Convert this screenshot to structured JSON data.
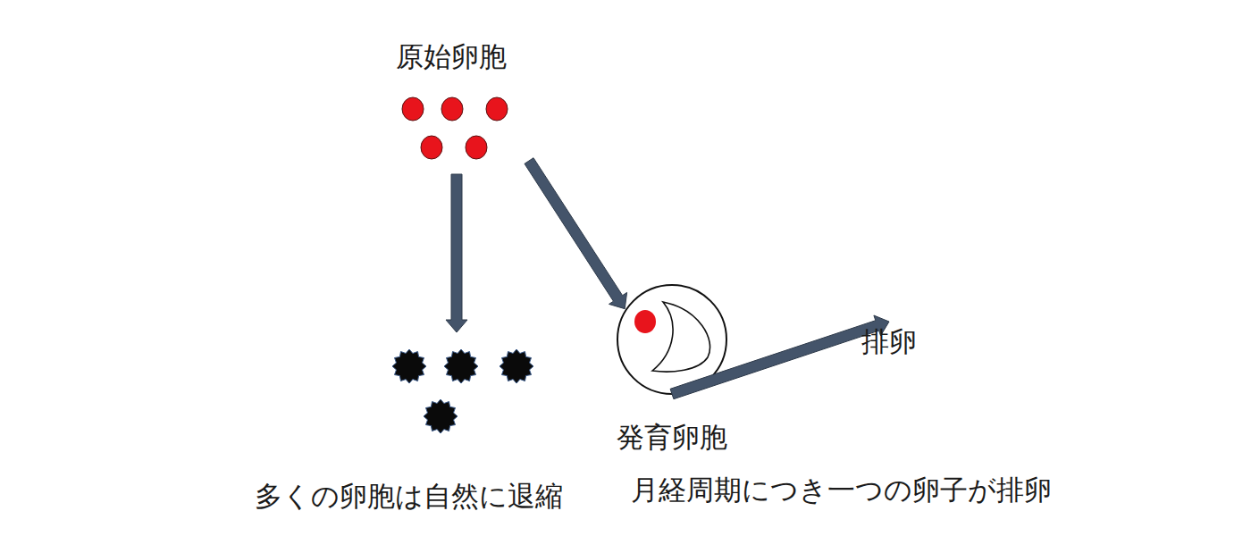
{
  "diagram": {
    "nodes": [
      {
        "text": [
          "原始卵胞"
        ]
      },
      {
        "text": [
          "多くの卵胞は自然に退縮"
        ]
      },
      {
        "text": [
          "発育卵胞"
        ]
      },
      {
        "text": [
          "排卵"
        ]
      }
    ],
    "edges": [
      {
        "from": 0,
        "to": 1,
        "arrow": "to"
      },
      {
        "from": 0,
        "to": 2,
        "arrow": "to"
      },
      {
        "from": 2,
        "to": 3,
        "arrow": "to"
      }
    ],
    "labels": [
      "月経周期につき一つの卵子が排卵"
    ]
  }
}
